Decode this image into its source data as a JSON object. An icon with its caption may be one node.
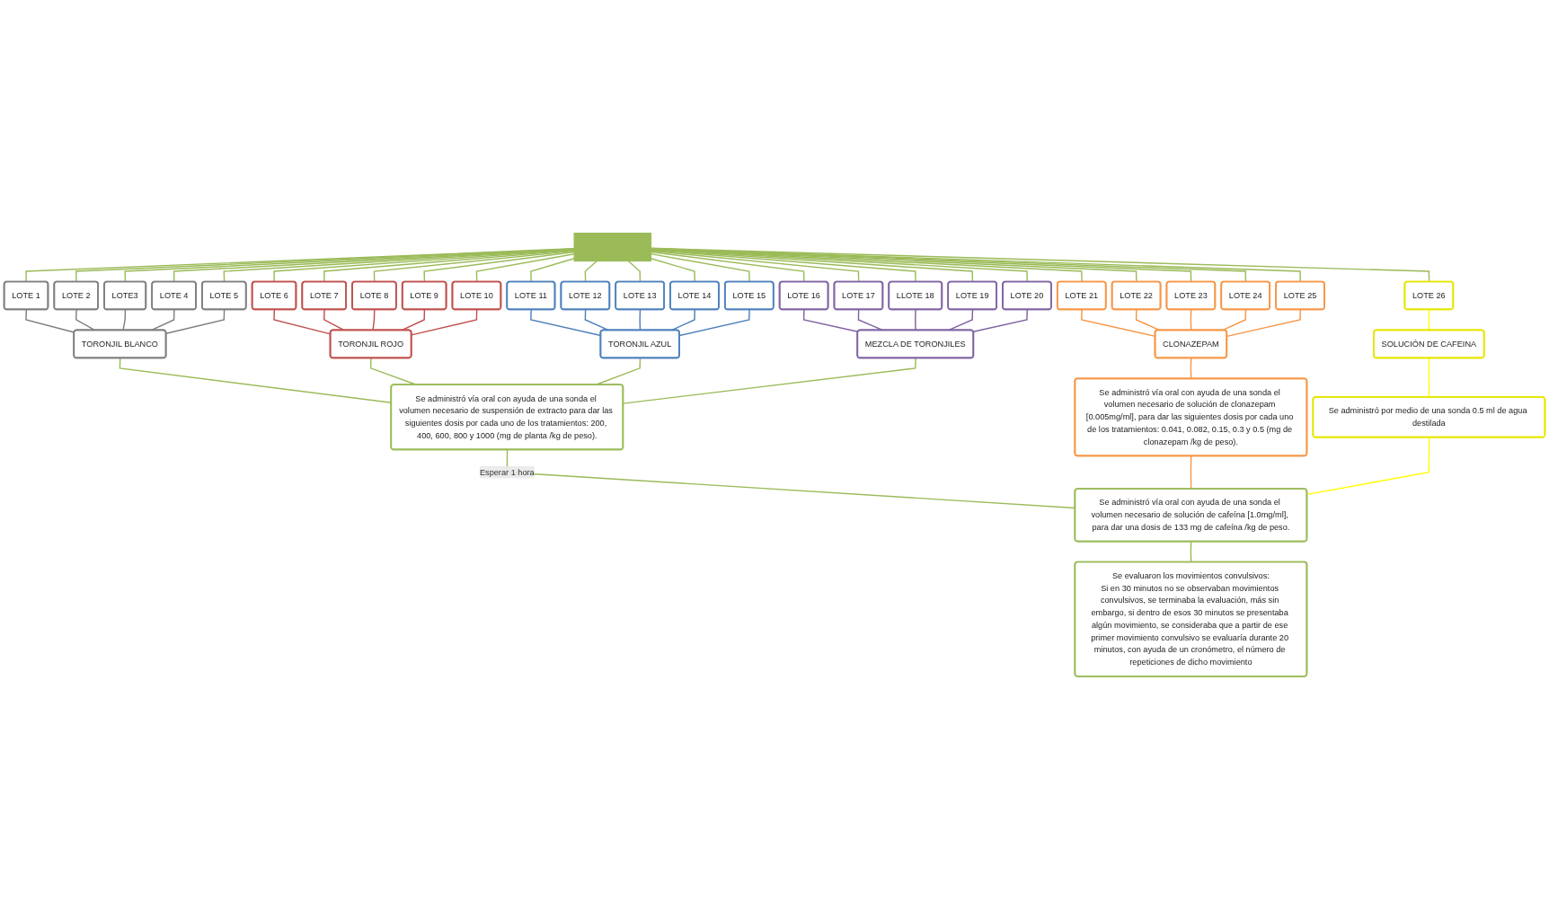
{
  "diagram": {
    "nodes": [
      {
        "text": [],
        "shape": "bar"
      },
      {
        "text": [
          "LOTE 1"
        ]
      },
      {
        "text": [
          "LOTE 2"
        ]
      },
      {
        "text": [
          "LOTE3"
        ]
      },
      {
        "text": [
          "LOTE 4"
        ]
      },
      {
        "text": [
          "LOTE 5"
        ]
      },
      {
        "text": [
          "LOTE 6"
        ]
      },
      {
        "text": [
          "LOTE 7"
        ]
      },
      {
        "text": [
          "LOTE 8"
        ]
      },
      {
        "text": [
          "LOTE 9"
        ]
      },
      {
        "text": [
          "LOTE 10"
        ]
      },
      {
        "text": [
          "LOTE 11"
        ]
      },
      {
        "text": [
          "LOTE 12"
        ]
      },
      {
        "text": [
          "LOTE 13"
        ]
      },
      {
        "text": [
          "LOTE 14"
        ]
      },
      {
        "text": [
          "LOTE 15"
        ]
      },
      {
        "text": [
          "LOTE 16"
        ]
      },
      {
        "text": [
          "LOTE 17"
        ]
      },
      {
        "text": [
          "LLOTE 18"
        ]
      },
      {
        "text": [
          "LOTE 19"
        ]
      },
      {
        "text": [
          "LOTE 20"
        ]
      },
      {
        "text": [
          "LOTE 21"
        ]
      },
      {
        "text": [
          "LOTE 22"
        ]
      },
      {
        "text": [
          "LOTE 23"
        ]
      },
      {
        "text": [
          "LOTE 24"
        ]
      },
      {
        "text": [
          "LOTE 25"
        ]
      },
      {
        "text": [
          "LOTE 26"
        ]
      },
      {
        "text": [
          "TORONJIL BLANCO"
        ]
      },
      {
        "text": [
          "TORONJIL ROJO"
        ]
      },
      {
        "text": [
          "TORONJIL AZUL"
        ]
      },
      {
        "text": [
          "MEZCLA DE TORONJILES"
        ]
      },
      {
        "text": [
          "CLONAZEPAM"
        ]
      },
      {
        "text": [
          "SOLUCIÓN DE CAFEINA"
        ]
      },
      {
        "text": [
          "Se administró vía oral con ayuda de una sonda el volumen necesario de suspensión de extracto para dar las siguientes dosis por cada uno de los tratamientos: 200, 400, 600, 800 y 1000 (mg de planta /kg de peso)."
        ]
      },
      {
        "text": [
          "Se administró vía oral con ayuda de una sonda el volumen necesario de solución de clonazepam [0.005mg/ml], para dar las siguientes dosis por cada uno de los tratamientos: 0.041, 0.082, 0.15, 0.3 y 0.5 (mg de clonazepam /kg de peso)."
        ]
      },
      {
        "text": [
          "Se administró por medio de una sonda 0.5 ml de agua destilada"
        ]
      },
      {
        "text": [
          "Se administró vía oral con ayuda de una sonda el volumen necesario de solución de cafeína [1.0mg/ml], para dar una dosis de 133 mg de cafeína /kg de peso."
        ]
      },
      {
        "text": [
          "Se evaluaron los movimientos convulsivos:",
          "Si en 30 minutos no se observaban movimientos convulsivos, se terminaba la evaluación, más sin embargo, si dentro de esos 30 minutos se presentaba algún movimiento, se consideraba que a partir de ese primer movimiento convulsivo se evaluaría durante 20 minutos, con ayuda de un cronómetro, el número de repeticiones de dicho movimiento"
        ]
      }
    ],
    "edges": [
      {
        "from": 0,
        "to": 1,
        "arrow": "none"
      },
      {
        "from": 0,
        "to": 2,
        "arrow": "none"
      },
      {
        "from": 0,
        "to": 3,
        "arrow": "none"
      },
      {
        "from": 0,
        "to": 4,
        "arrow": "none"
      },
      {
        "from": 0,
        "to": 5,
        "arrow": "none"
      },
      {
        "from": 0,
        "to": 6,
        "arrow": "none"
      },
      {
        "from": 0,
        "to": 7,
        "arrow": "none"
      },
      {
        "from": 0,
        "to": 8,
        "arrow": "none"
      },
      {
        "from": 0,
        "to": 9,
        "arrow": "none"
      },
      {
        "from": 0,
        "to": 10,
        "arrow": "none"
      },
      {
        "from": 0,
        "to": 11,
        "arrow": "none"
      },
      {
        "from": 0,
        "to": 12,
        "arrow": "none"
      },
      {
        "from": 0,
        "to": 13,
        "arrow": "none"
      },
      {
        "from": 0,
        "to": 14,
        "arrow": "none"
      },
      {
        "from": 0,
        "to": 15,
        "arrow": "none"
      },
      {
        "from": 0,
        "to": 16,
        "arrow": "none"
      },
      {
        "from": 0,
        "to": 17,
        "arrow": "none"
      },
      {
        "from": 0,
        "to": 18,
        "arrow": "none"
      },
      {
        "from": 0,
        "to": 19,
        "arrow": "none"
      },
      {
        "from": 0,
        "to": 20,
        "arrow": "none"
      },
      {
        "from": 0,
        "to": 21,
        "arrow": "none"
      },
      {
        "from": 0,
        "to": 22,
        "arrow": "none"
      },
      {
        "from": 0,
        "to": 23,
        "arrow": "none"
      },
      {
        "from": 0,
        "to": 24,
        "arrow": "none"
      },
      {
        "from": 0,
        "to": 25,
        "arrow": "none"
      },
      {
        "from": 0,
        "to": 26,
        "arrow": "none"
      },
      {
        "from": 1,
        "to": 27,
        "arrow": "none",
        "color": "#7f7f7f"
      },
      {
        "from": 2,
        "to": 27,
        "arrow": "none",
        "color": "#7f7f7f"
      },
      {
        "from": 3,
        "to": 27,
        "arrow": "none",
        "color": "#7f7f7f"
      },
      {
        "from": 4,
        "to": 27,
        "arrow": "none",
        "color": "#7f7f7f"
      },
      {
        "from": 5,
        "to": 27,
        "arrow": "none",
        "color": "#7f7f7f"
      },
      {
        "from": 6,
        "to": 28,
        "arrow": "none",
        "color": "#c0504d"
      },
      {
        "from": 7,
        "to": 28,
        "arrow": "none",
        "color": "#c0504d"
      },
      {
        "from": 8,
        "to": 28,
        "arrow": "none",
        "color": "#c0504d"
      },
      {
        "from": 9,
        "to": 28,
        "arrow": "none",
        "color": "#c0504d"
      },
      {
        "from": 10,
        "to": 28,
        "arrow": "none",
        "color": "#c0504d"
      },
      {
        "from": 11,
        "to": 29,
        "arrow": "none",
        "color": "#4f81bd"
      },
      {
        "from": 12,
        "to": 29,
        "arrow": "none",
        "color": "#4f81bd"
      },
      {
        "from": 13,
        "to": 29,
        "arrow": "none",
        "color": "#4f81bd"
      },
      {
        "from": 14,
        "to": 29,
        "arrow": "none",
        "color": "#4f81bd"
      },
      {
        "from": 15,
        "to": 29,
        "arrow": "none",
        "color": "#4f81bd"
      },
      {
        "from": 16,
        "to": 30,
        "arrow": "none",
        "color": "#8064a2"
      },
      {
        "from": 17,
        "to": 30,
        "arrow": "none",
        "color": "#8064a2"
      },
      {
        "from": 18,
        "to": 30,
        "arrow": "none",
        "color": "#8064a2"
      },
      {
        "from": 19,
        "to": 30,
        "arrow": "none",
        "color": "#8064a2"
      },
      {
        "from": 20,
        "to": 30,
        "arrow": "none",
        "color": "#8064a2"
      },
      {
        "from": 21,
        "to": 31,
        "arrow": "none",
        "color": "#f79646"
      },
      {
        "from": 22,
        "to": 31,
        "arrow": "none",
        "color": "#f79646"
      },
      {
        "from": 23,
        "to": 31,
        "arrow": "none",
        "color": "#f79646"
      },
      {
        "from": 24,
        "to": 31,
        "arrow": "none",
        "color": "#f79646"
      },
      {
        "from": 25,
        "to": 31,
        "arrow": "none",
        "color": "#f79646"
      },
      {
        "from": 26,
        "to": 32,
        "arrow": "none",
        "color": "#ffff00"
      },
      {
        "from": 27,
        "to": 33,
        "arrow": "none"
      },
      {
        "from": 28,
        "to": 33,
        "arrow": "none"
      },
      {
        "from": 29,
        "to": 33,
        "arrow": "none"
      },
      {
        "from": 30,
        "to": 33,
        "arrow": "none"
      },
      {
        "from": 31,
        "to": 34,
        "arrow": "none",
        "color": "#f79646"
      },
      {
        "from": 32,
        "to": 35,
        "arrow": "none",
        "color": "#ffff00"
      },
      {
        "from": 33,
        "to": 36,
        "arrow": "none",
        "label": "Esperar 1 hora"
      },
      {
        "from": 34,
        "to": 36,
        "arrow": "none",
        "color": "#f79646"
      },
      {
        "from": 35,
        "to": 36,
        "arrow": "none",
        "color": "#ffff00"
      },
      {
        "from": 36,
        "to": 37,
        "arrow": "none"
      }
    ]
  }
}
